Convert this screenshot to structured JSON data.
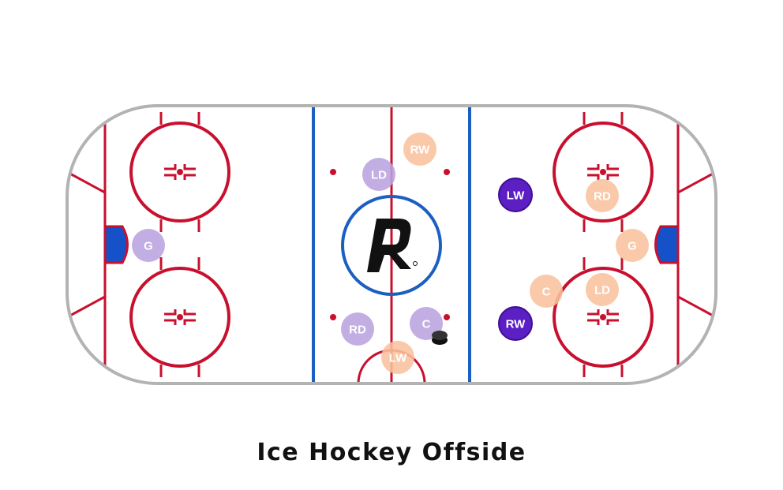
{
  "caption": "Ice Hockey Offside",
  "colors": {
    "board": "#b3b3b3",
    "red_line": "#c8102e",
    "blue_line": "#1b5fc1",
    "crease": "#1552c8",
    "team_light_purple": "#b9a3de",
    "team_dark_purple": "#5b1fc4",
    "team_orange": "#f9c29d",
    "puck": "#222222"
  },
  "logo": {
    "icon": "r-logo-icon"
  },
  "players": [
    {
      "label": "G",
      "team": "team_light_purple"
    },
    {
      "label": "LD",
      "team": "team_light_purple"
    },
    {
      "label": "RD",
      "team": "team_light_purple"
    },
    {
      "label": "C",
      "team": "team_light_purple"
    },
    {
      "label": "RW",
      "team": "team_orange"
    },
    {
      "label": "LW",
      "team": "team_orange"
    },
    {
      "label": "RD",
      "team": "team_orange"
    },
    {
      "label": "G",
      "team": "team_orange"
    },
    {
      "label": "C",
      "team": "team_orange"
    },
    {
      "label": "LD",
      "team": "team_orange"
    },
    {
      "label": "LW",
      "team": "team_dark_purple"
    },
    {
      "label": "RW",
      "team": "team_dark_purple"
    }
  ]
}
